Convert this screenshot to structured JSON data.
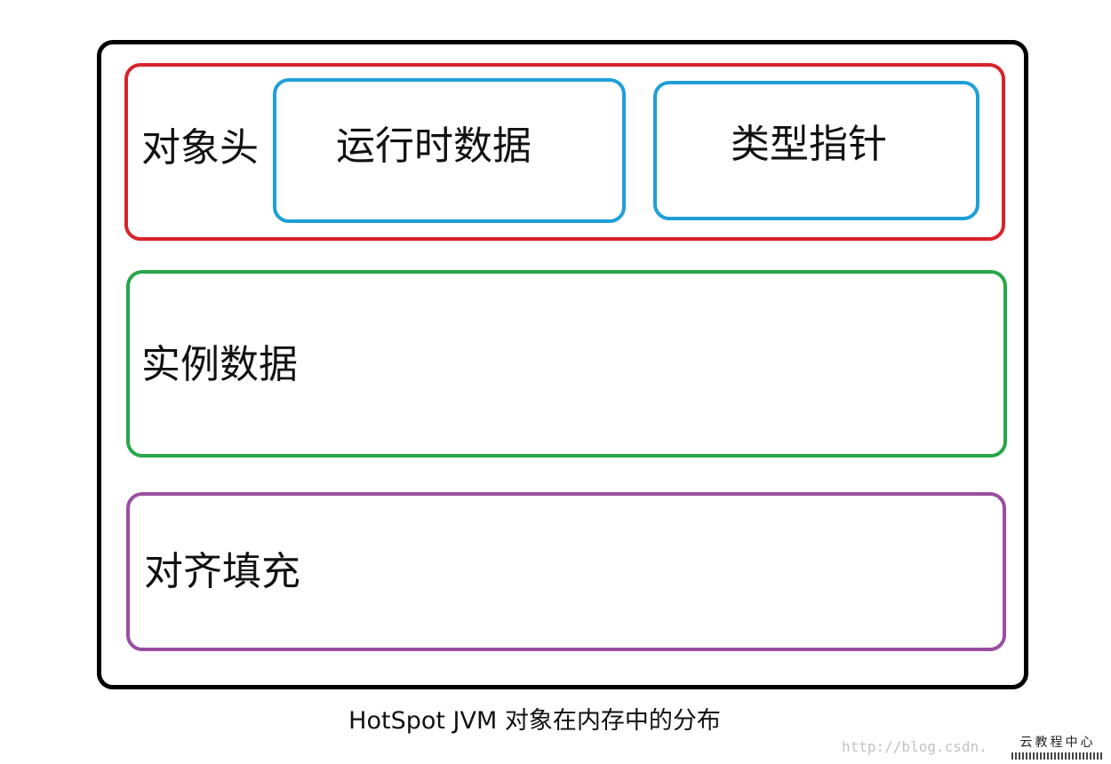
{
  "diagram": {
    "object_header": {
      "label": "对象头",
      "runtime_data": "运行时数据",
      "type_pointer": "类型指针"
    },
    "instance_data": "实例数据",
    "alignment_padding": "对齐填充",
    "caption": "HotSpot JVM 对象在内存中的分布"
  },
  "watermark": {
    "url": "http://blog.csdn.",
    "logo_text": "云教程中心"
  },
  "colors": {
    "outer": "#000000",
    "object_header": "#d8232a",
    "header_parts": "#1f9fd8",
    "instance_data": "#27a64a",
    "alignment_padding": "#9a4ea1"
  }
}
